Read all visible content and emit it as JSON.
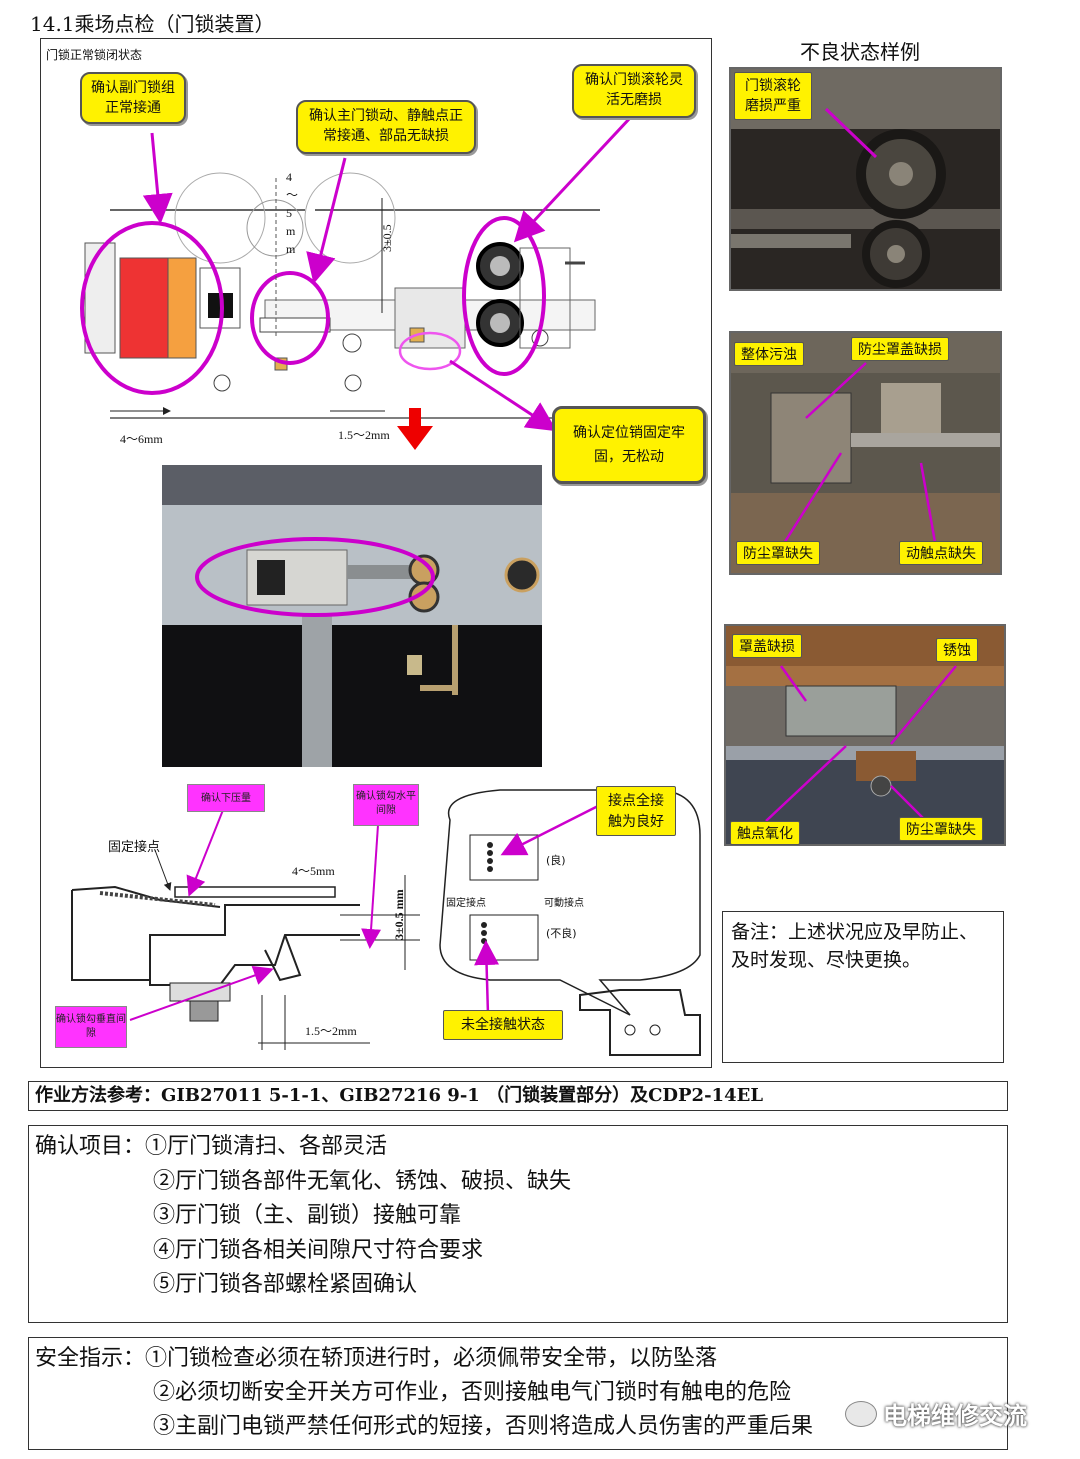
{
  "title": "14.1乘场点检（门锁装置）",
  "main_panel": {
    "caption": "门锁正常锁闭状态",
    "note_sub_lock": "确认副门锁组正常接通",
    "note_main_contact": "确认主门锁动、静触点正常接通、部品无缺损",
    "note_roller": "确认门锁滚轮灵活无磨损",
    "note_pin": "确认定位销固定牢固，无松动",
    "dim_4_6": "4～6mm",
    "dim_15_2_top": "1.5～2mm",
    "dim_vertical_45": "4～5mm",
    "dim_vertical_3": "3±0.5",
    "bottom_note_pressure": "确认下压量",
    "bottom_note_hook_h": "确认锁勾水平间隙",
    "bottom_note_hook_v": "确认锁勾垂直间隙",
    "fixed_contact": "固定接点",
    "dim_45_bottom": "4～5mm",
    "dim_3_bottom": "3±0.5 mm",
    "dim_15_2_bottom": "1.5～2mm",
    "contact_good_note": "接点全接触为良好",
    "contact_bad_note": "未全接触状态",
    "good": "(良)",
    "bad": "(不良)",
    "fixed_contact_small": "固定接点",
    "moving_contact_small": "可動接点"
  },
  "samples": {
    "header": "不良状态样例",
    "photo1_label": "门锁滚轮磨损严重",
    "photo2_labels": [
      "整体污浊",
      "防尘罩盖缺损",
      "防尘罩缺失",
      "动触点缺失"
    ],
    "photo3_labels": [
      "罩盖缺损",
      "锈蚀",
      "触点氧化",
      "防尘罩缺失"
    ]
  },
  "remark": "备注：上述状况应及早防止、及时发现、尽快更换。",
  "method_ref": "作业方法参考：GIB27011  5-1-1、GIB27216  9-1 （门锁装置部分）及CDP2-14EL",
  "confirm": {
    "label": "确认项目：",
    "items": [
      "①厅门锁清扫、各部灵活",
      "②厅门锁各部件无氧化、锈蚀、破损、缺失",
      "③厅门锁（主、副锁）接触可靠",
      "④厅门锁各相关间隙尺寸符合要求",
      "⑤厅门锁各部螺栓紧固确认"
    ]
  },
  "safety": {
    "label": "安全指示：",
    "items": [
      "①门锁检查必须在轿顶进行时，必须佩带安全带，以防坠落",
      "②必须切断安全开关方可作业，否则接触电气门锁时有触电的危险",
      "③主副门电锁严禁任何形式的短接，否则将造成人员伤害的严重后果"
    ]
  },
  "watermark": "电梯维修交流",
  "colors": {
    "yellow": "#fff200",
    "magenta": "#cc00cc",
    "pink": "#ff33ff"
  }
}
